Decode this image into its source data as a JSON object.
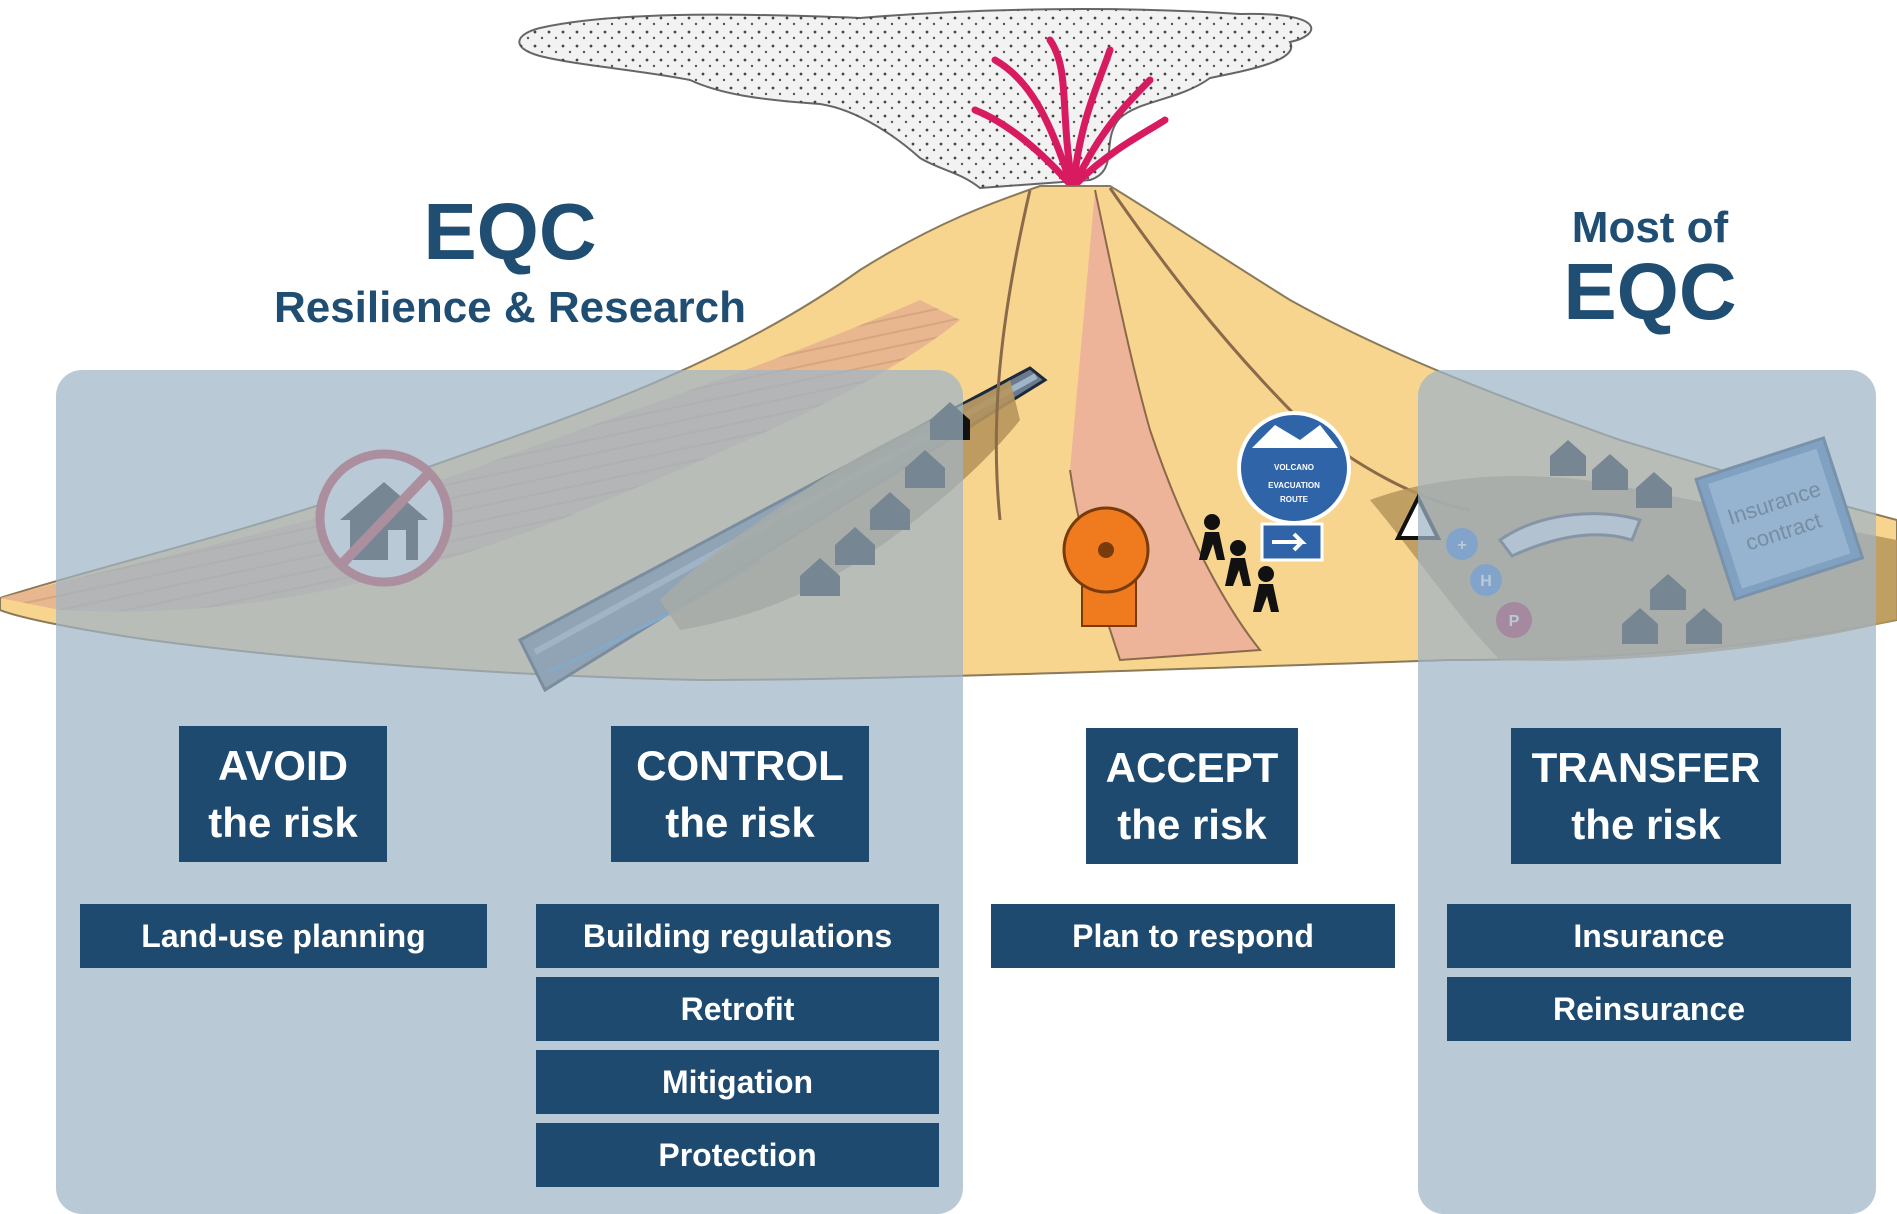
{
  "headings": {
    "left_title": "EQC",
    "left_subtitle": "Resilience & Research",
    "right_prefix": "Most of",
    "right_title": "EQC"
  },
  "illustration": {
    "evac_sign_lines": [
      "VOLCANO",
      "EVACUATION",
      "ROUTE"
    ],
    "insurance_book": [
      "Insurance",
      "contract"
    ],
    "markers": [
      "+",
      "H",
      "P"
    ]
  },
  "columns": [
    {
      "verb": "AVOID",
      "sub": "the risk",
      "items": [
        "Land-use planning"
      ]
    },
    {
      "verb": "CONTROL",
      "sub": "the risk",
      "items": [
        "Building regulations",
        "Retrofit",
        "Mitigation",
        "Protection"
      ]
    },
    {
      "verb": "ACCEPT",
      "sub": "the risk",
      "items": [
        "Plan to respond"
      ]
    },
    {
      "verb": "TRANSFER",
      "sub": "the risk",
      "items": [
        "Insurance",
        "Reinsurance"
      ]
    }
  ],
  "colors": {
    "navy": "#1d4a6e",
    "heading": "#1f4e72",
    "panel": "#a0b4c6",
    "volcano": "#f7d58f",
    "lava": "#d81b60"
  }
}
